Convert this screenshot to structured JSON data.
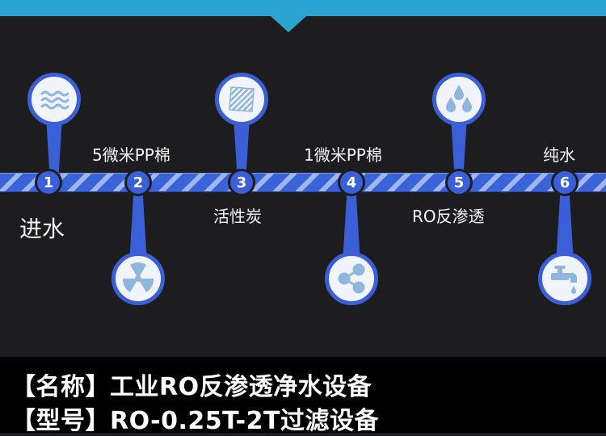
{
  "stages": [
    {
      "number": "1",
      "label": "进水",
      "icon": "water-waves-icon"
    },
    {
      "number": "2",
      "label": "5微米PP棉",
      "icon": "radiation-filter-icon"
    },
    {
      "number": "3",
      "label": "活性炭",
      "icon": "carbon-block-icon"
    },
    {
      "number": "4",
      "label": "1微米PP棉",
      "icon": "share-nodes-icon"
    },
    {
      "number": "5",
      "label": "RO反渗透",
      "icon": "water-drops-icon"
    },
    {
      "number": "6",
      "label": "纯水",
      "icon": "faucet-icon"
    }
  ],
  "info": {
    "name_line": "【名称】工业RO反渗透净水设备",
    "model_line": "【型号】RO-0.25T-2T过滤设备"
  },
  "colors": {
    "background": "#1d1d1f",
    "accent_blue": "#3a5fd6",
    "top_band": "#2aa4cf",
    "icon_fill": "#f2f4fb",
    "pipe_light_stripe": "#9fb6ef"
  }
}
